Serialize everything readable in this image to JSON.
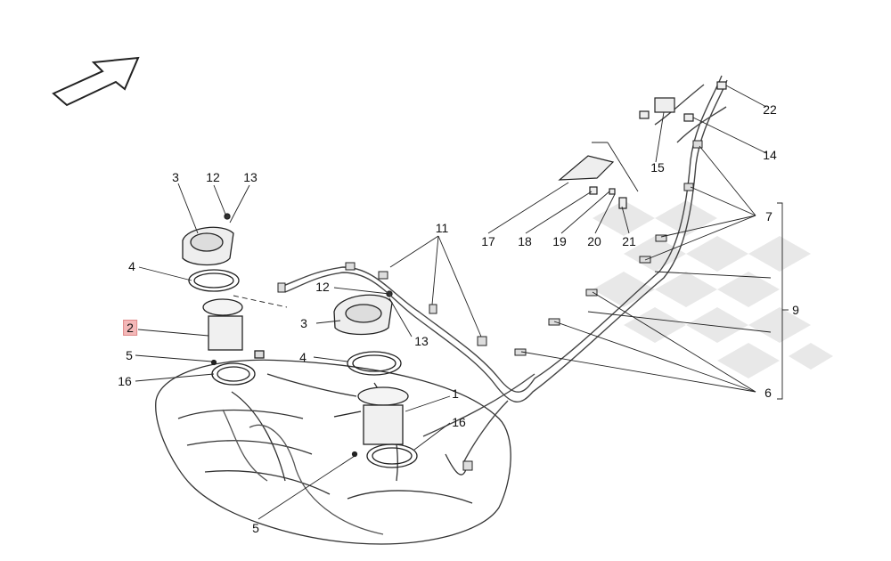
{
  "callouts": {
    "c1": "1",
    "c2": "2",
    "c3a": "3",
    "c3b": "3",
    "c4a": "4",
    "c4b": "4",
    "c5a": "5",
    "c5b": "5",
    "c6": "6",
    "c7": "7",
    "c9": "9",
    "c11": "11",
    "c12a": "12",
    "c12b": "12",
    "c13a": "13",
    "c13b": "13",
    "c14": "14",
    "c15": "15",
    "c16a": "16",
    "c16b": "16",
    "c17": "17",
    "c18": "18",
    "c19": "19",
    "c20": "20",
    "c21": "21",
    "c22": "22"
  },
  "highlighted_callout": "2",
  "colors": {
    "line": "#222222",
    "highlight": "#f4b8b8",
    "watermark": "#e6e6e6"
  },
  "icons": [
    "direction-arrow-icon"
  ]
}
